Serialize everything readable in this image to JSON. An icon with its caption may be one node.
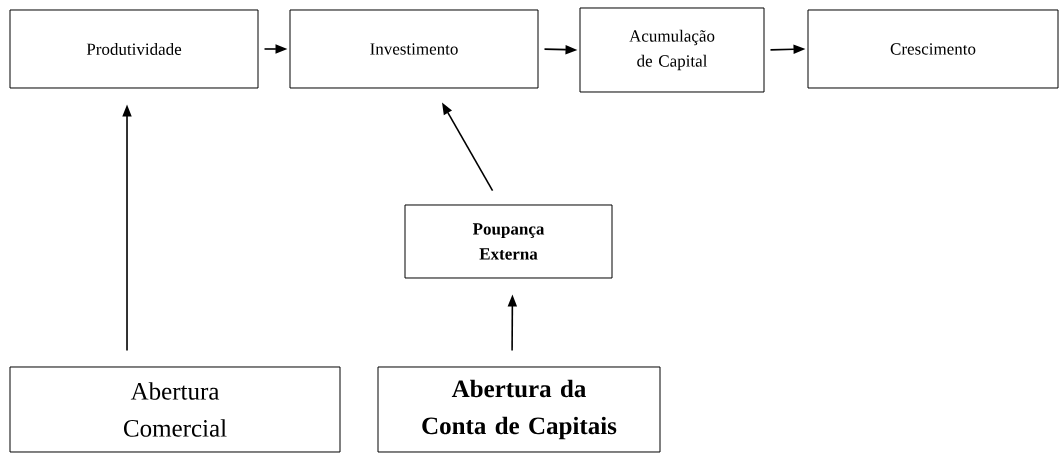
{
  "diagram": {
    "nodes": [
      {
        "text": [
          "Produtividade"
        ]
      },
      {
        "text": [
          "Investimento"
        ]
      },
      {
        "text": [
          "Acumulação de Capital"
        ]
      },
      {
        "text": [
          "Crescimento"
        ]
      },
      {
        "text": [
          "Poupança Externa"
        ]
      },
      {
        "text": [
          "Abertura Comercial"
        ]
      },
      {
        "text": [
          "Abertura da Conta de Capitais"
        ]
      }
    ],
    "edges": [
      {
        "from": 0,
        "to": 1,
        "arrow": "to"
      },
      {
        "from": 1,
        "to": 2,
        "arrow": "to"
      },
      {
        "from": 2,
        "to": 3,
        "arrow": "to"
      },
      {
        "from": 5,
        "to": 0,
        "arrow": "to"
      },
      {
        "from": 4,
        "to": 1,
        "arrow": "to"
      },
      {
        "from": 6,
        "to": 4,
        "arrow": "to"
      }
    ]
  }
}
